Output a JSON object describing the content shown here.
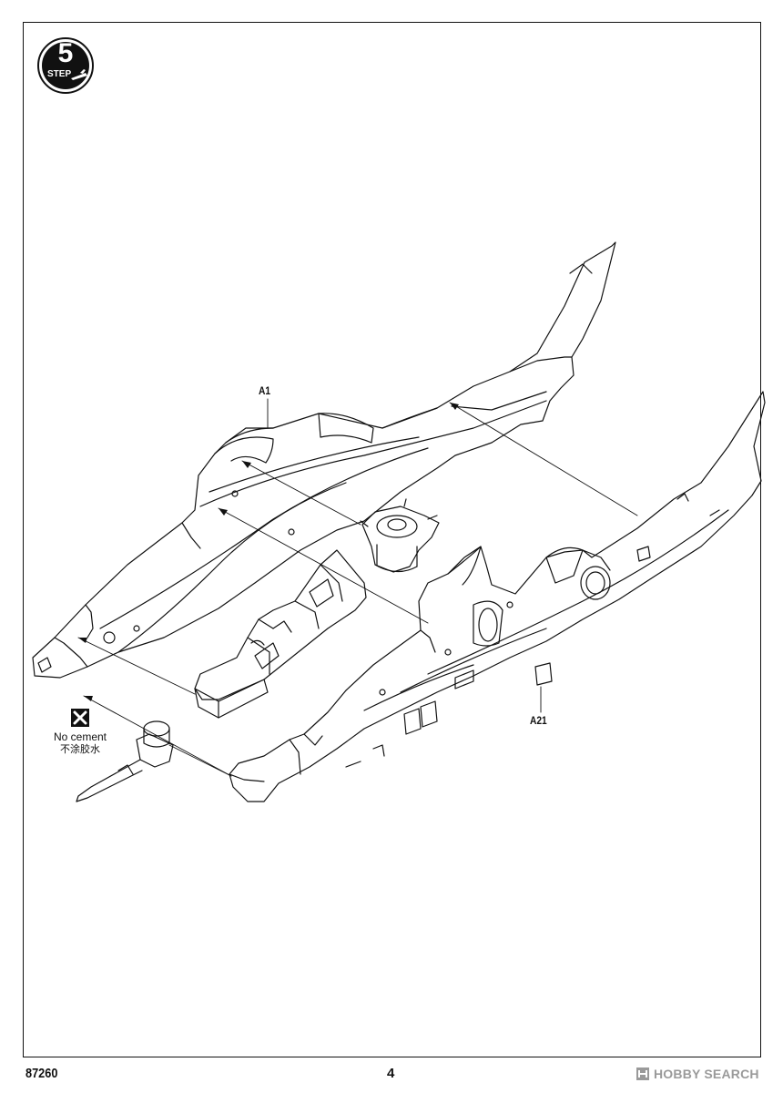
{
  "page": {
    "step_number": "5",
    "step_word": "STEP",
    "part_labels": {
      "a1": "A1",
      "a21": "A21"
    },
    "no_cement": {
      "en": "No cement",
      "zh": "不涂胶水"
    },
    "footer": {
      "kit_code": "87260",
      "page_number": "4"
    },
    "watermark": "HOBBY SEARCH",
    "colors": {
      "ink": "#111111",
      "watermark": "#9a9a9a",
      "paper": "#ffffff"
    }
  }
}
